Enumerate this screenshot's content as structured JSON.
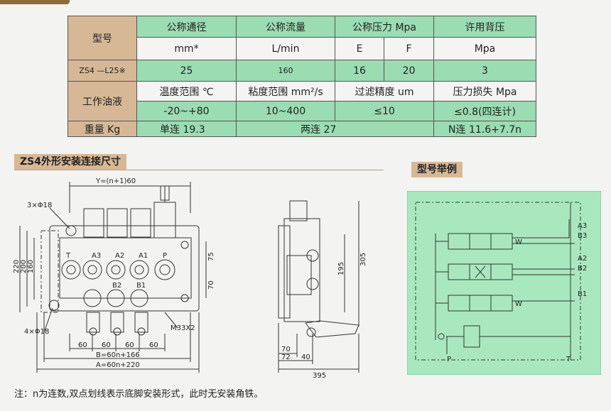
{
  "table": {
    "r1": {
      "model": "型号",
      "bore": "公称通径",
      "flow": "公称流量",
      "pressure": "公称压力 Mpa",
      "back": "许用背压"
    },
    "r2": {
      "bore_unit": "mm*",
      "flow_unit": "L/min",
      "p_e": "E",
      "p_f": "F",
      "back_unit": "Mpa"
    },
    "r3": {
      "model_code": "ZS4 —L25※",
      "bore": "25",
      "flow": "160",
      "p_e": "16",
      "p_f": "20",
      "back": "3"
    },
    "r4": {
      "fluid": "工作油液",
      "temp": "温度范围 ℃",
      "visc": "粘度范围 mm²/s",
      "filter": "过滤精度 um",
      "loss": "压力损失   Mpa"
    },
    "r5": {
      "temp_val": "-20~+80",
      "visc_val": "10~400",
      "filter_val": "≤10",
      "loss_val": "≤0.8(四连计)"
    },
    "r6": {
      "weight": "重量 Kg",
      "single": "单连 19.3",
      "double": "两连 27",
      "n": "N连 11.6+7.7n"
    }
  },
  "sections": {
    "dims_title": "ZS4外形安装连接尺寸",
    "example_title": "型号举例"
  },
  "drawing": {
    "y_dim": "Y=(n+1)60",
    "holes_top": "3×Φ18",
    "holes_bot": "4×Φ18",
    "ports": [
      "A3",
      "A2",
      "A1",
      "P",
      "B2",
      "B1",
      "T"
    ],
    "left_dims": [
      "220",
      "200",
      "160"
    ],
    "right_dims": [
      "75",
      "70"
    ],
    "bottom_60s": [
      "60",
      "60",
      "60",
      "60"
    ],
    "b_dim": "B=60n+166",
    "a_dim": "A=60n+220",
    "thread": "M33X2",
    "side_dims": {
      "d195": "195",
      "d305": "305",
      "d70": "70",
      "d72": "72",
      "d40": "40",
      "d395": "395"
    }
  },
  "schematic": {
    "labels": [
      "A3",
      "B3",
      "A2",
      "B2",
      "B1",
      "P",
      "T"
    ],
    "w": "W"
  },
  "footnote": "注：n为连数,双点划线表示底脚安装形式，此时无安装角铁。",
  "colors": {
    "tan": "#d7b896",
    "green": "#9bdcb2",
    "schematic_bg": "#a9e8bf"
  }
}
